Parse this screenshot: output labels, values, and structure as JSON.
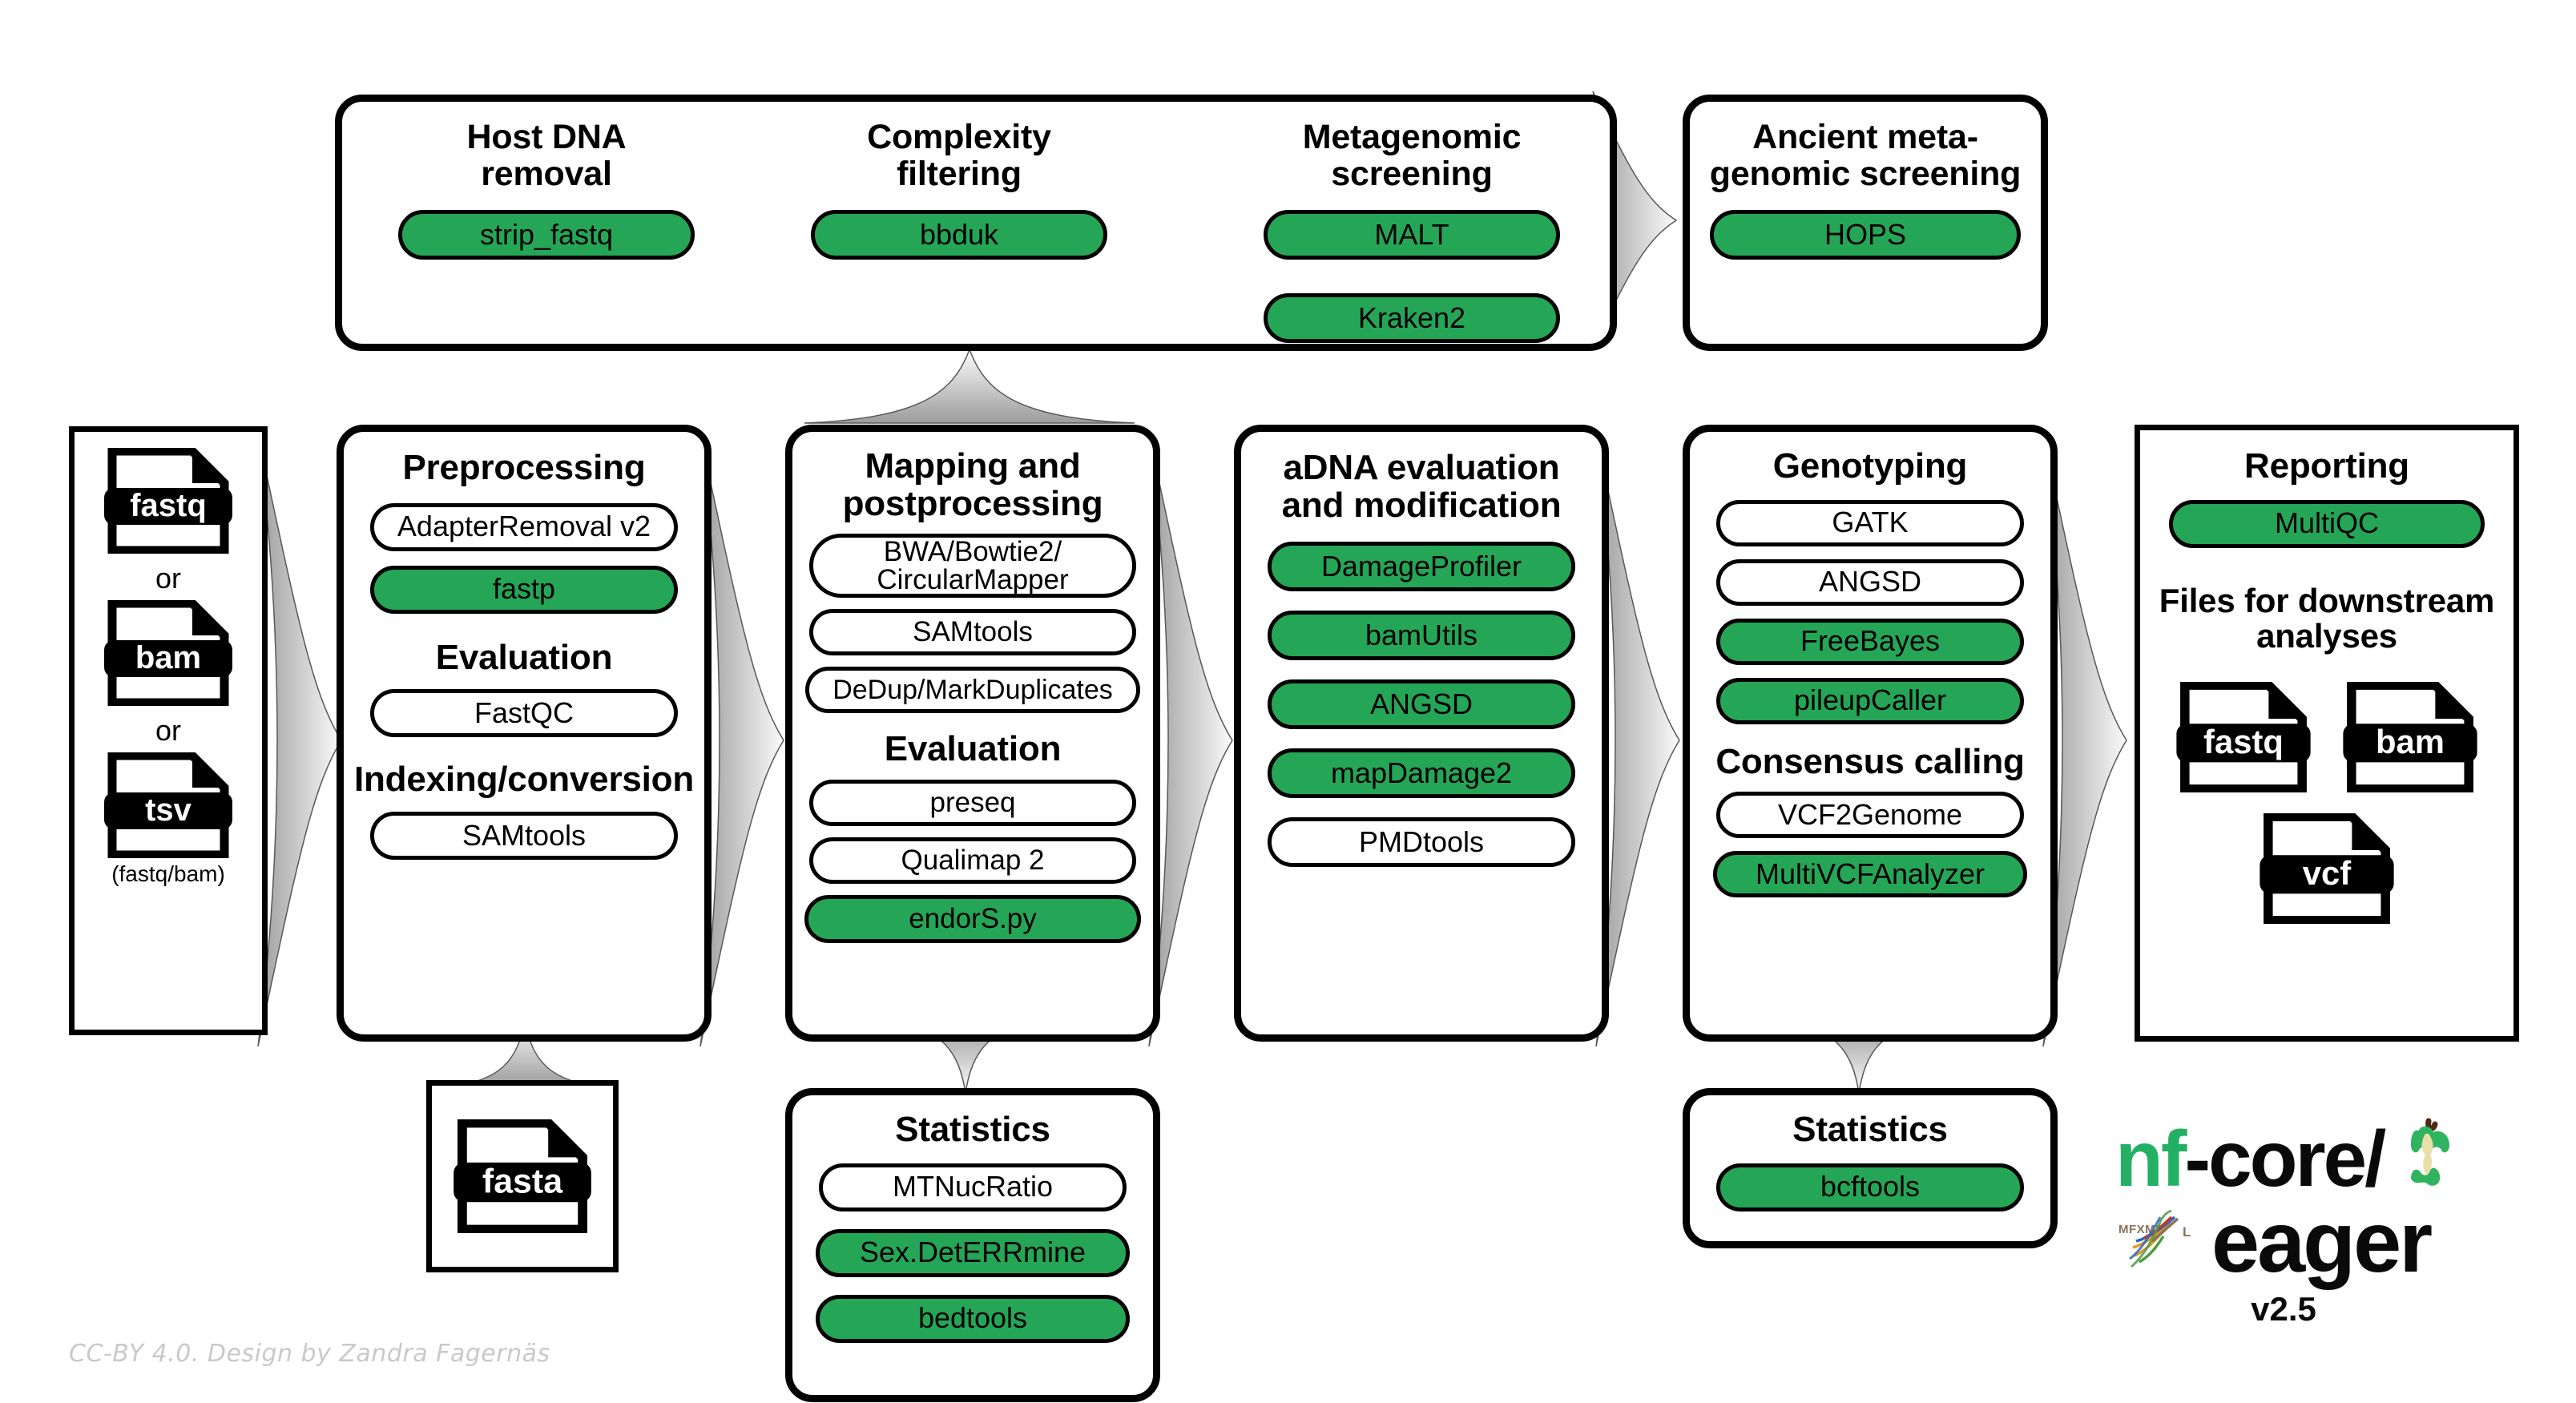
{
  "diagram": {
    "title": "nf-core/eager pipeline workflow",
    "accent_green": "#25a656",
    "credit": "CC-BY 4.0. Design by Zandra Fagernäs"
  },
  "logo": {
    "nf": "nf",
    "core": "-core/",
    "eager": "eager",
    "version": "v2.5",
    "apple_icon": "apple-core-icon",
    "dna_icon": "dna-helix-icon"
  },
  "input_panel": {
    "name": "input-files",
    "items": [
      {
        "type": "file",
        "label": "fastq"
      },
      {
        "type": "text",
        "label": "or"
      },
      {
        "type": "file",
        "label": "bam"
      },
      {
        "type": "text",
        "label": "or"
      },
      {
        "type": "file",
        "label": "tsv"
      },
      {
        "type": "caption",
        "label": "(fastq/bam)"
      }
    ]
  },
  "screening_panel": {
    "title": "screening-container",
    "columns": [
      {
        "title": "Host DNA\nremoval",
        "tools": [
          {
            "label": "strip_fastq",
            "green": true
          }
        ]
      },
      {
        "title": "Complexity\nfiltering",
        "tools": [
          {
            "label": "bbduk",
            "green": true
          }
        ]
      },
      {
        "title": "Metagenomic\nscreening",
        "tools": [
          {
            "label": "MALT",
            "green": true
          },
          {
            "label": "Kraken2",
            "green": true
          }
        ]
      }
    ]
  },
  "ancient_panel": {
    "title": "Ancient meta-\ngenomic screening",
    "tools": [
      {
        "label": "HOPS",
        "green": true
      }
    ]
  },
  "preprocessing_panel": {
    "title": "Preprocessing",
    "groups": [
      {
        "heading": null,
        "tools": [
          {
            "label": "AdapterRemoval v2",
            "green": false
          },
          {
            "label": "fastp",
            "green": true
          }
        ]
      },
      {
        "heading": "Evaluation",
        "tools": [
          {
            "label": "FastQC",
            "green": false
          }
        ]
      },
      {
        "heading": "Indexing/conversion",
        "tools": [
          {
            "label": "SAMtools",
            "green": false
          }
        ]
      }
    ]
  },
  "fasta_panel": {
    "label": "fasta"
  },
  "mapping_panel": {
    "title": "Mapping and\npostprocessing",
    "groups": [
      {
        "heading": null,
        "tools": [
          {
            "label": "BWA/Bowtie2/\nCircularMapper",
            "green": false
          },
          {
            "label": "SAMtools",
            "green": false
          },
          {
            "label": "DeDup/MarkDuplicates",
            "green": false
          }
        ]
      },
      {
        "heading": "Evaluation",
        "tools": [
          {
            "label": "preseq",
            "green": false
          },
          {
            "label": "Qualimap 2",
            "green": false
          },
          {
            "label": "endorS.py",
            "green": true
          }
        ]
      }
    ]
  },
  "statistics_left_panel": {
    "title": "Statistics",
    "tools": [
      {
        "label": "MTNucRatio",
        "green": false
      },
      {
        "label": "Sex.DetERRmine",
        "green": true
      },
      {
        "label": "bedtools",
        "green": true
      }
    ]
  },
  "adna_panel": {
    "title": "aDNA evaluation\nand modification",
    "tools": [
      {
        "label": "DamageProfiler",
        "green": true
      },
      {
        "label": "bamUtils",
        "green": true
      },
      {
        "label": "ANGSD",
        "green": true
      },
      {
        "label": "mapDamage2",
        "green": true
      },
      {
        "label": "PMDtools",
        "green": false
      }
    ]
  },
  "genotyping_panel": {
    "title": "Genotyping",
    "groups": [
      {
        "heading": null,
        "tools": [
          {
            "label": "GATK",
            "green": false
          },
          {
            "label": "ANGSD",
            "green": false
          },
          {
            "label": "FreeBayes",
            "green": true
          },
          {
            "label": "pileupCaller",
            "green": true
          }
        ]
      },
      {
        "heading": "Consensus calling",
        "tools": [
          {
            "label": "VCF2Genome",
            "green": false
          },
          {
            "label": "MultiVCFAnalyzer",
            "green": true
          }
        ]
      }
    ]
  },
  "statistics_right_panel": {
    "title": "Statistics",
    "tools": [
      {
        "label": "bcftools",
        "green": true
      }
    ]
  },
  "reporting_panel": {
    "title": "Reporting",
    "tools": [
      {
        "label": "MultiQC",
        "green": true
      }
    ],
    "downstream_heading": "Files for downstream\nanalyses",
    "files": [
      {
        "label": "fastq"
      },
      {
        "label": "bam"
      },
      {
        "label": "vcf"
      }
    ]
  }
}
